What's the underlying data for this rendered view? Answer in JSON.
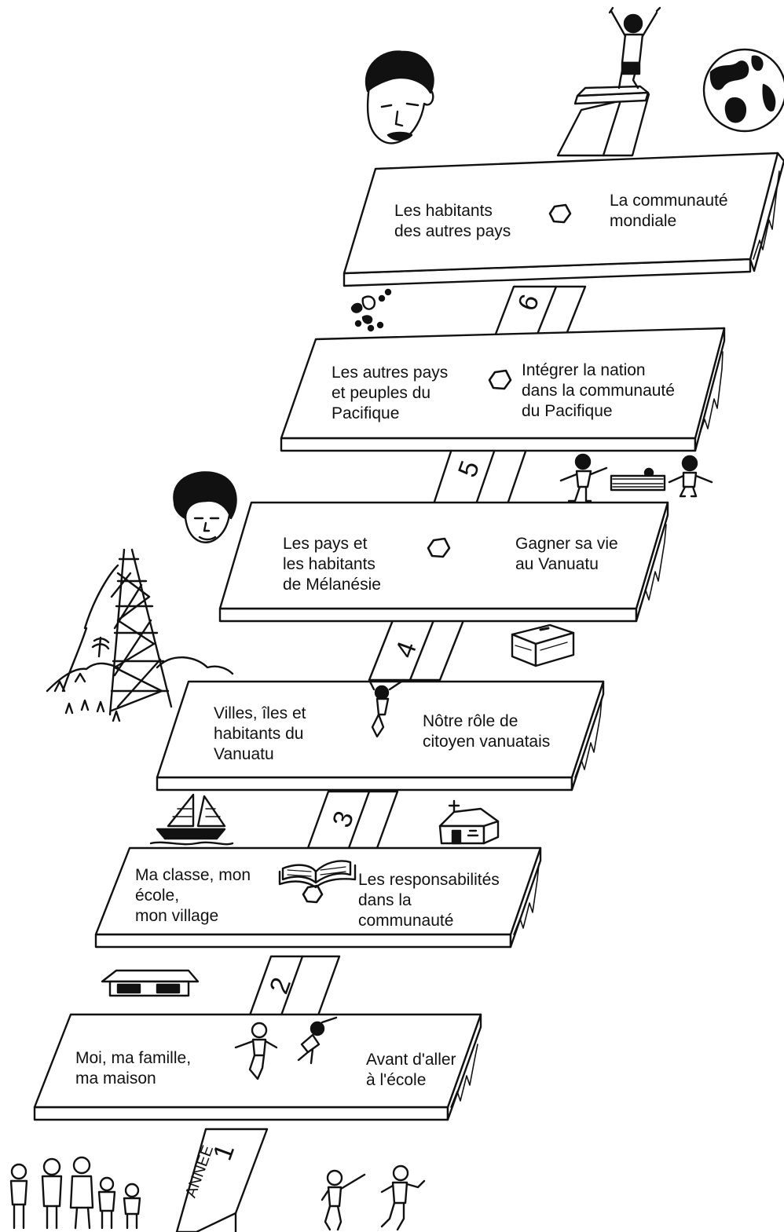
{
  "ink_color": "#111111",
  "background_color": "#ffffff",
  "steps": [
    {
      "number": "1",
      "path_label": "ANNEE",
      "left": [
        "Moi, ma famille,",
        "ma maison"
      ],
      "right": [
        "Avant d'aller",
        "à l'école"
      ]
    },
    {
      "number": "2",
      "left": [
        "Ma classe, mon",
        "école,",
        "mon village"
      ],
      "right": [
        "Les responsabilités",
        "dans la",
        "communauté"
      ]
    },
    {
      "number": "3",
      "left": [
        "Villes, îles et",
        "habitants du",
        "Vanuatu"
      ],
      "right": [
        "Nôtre rôle de",
        "citoyen vanuatais"
      ]
    },
    {
      "number": "4",
      "left": [
        "Les pays et",
        "les habitants",
        "de Mélanésie"
      ],
      "right": [
        "Gagner sa vie",
        "au Vanuatu"
      ]
    },
    {
      "number": "5",
      "left": [
        "Les autres pays",
        "et peuples du",
        "Pacifique"
      ],
      "right": [
        "Intégrer la nation",
        "dans la communauté",
        "du Pacifique"
      ]
    },
    {
      "number": "6",
      "left": [
        "Les habitants",
        "des autres pays"
      ],
      "right": [
        "La communauté",
        "mondiale"
      ]
    }
  ],
  "illustrations": {
    "globe": "globe-icon",
    "child_cheering": "child-cheering-icon",
    "face": "face-icon",
    "islands": "islands-icon",
    "volleyball": "volleyball-icon",
    "tower": "tower-icon",
    "ballot_box": "ballot-box-icon",
    "sailboat": "sailboat-icon",
    "church": "church-icon",
    "book": "book-icon",
    "house": "house-icon",
    "family": "family-icon",
    "children": "children-icon"
  }
}
